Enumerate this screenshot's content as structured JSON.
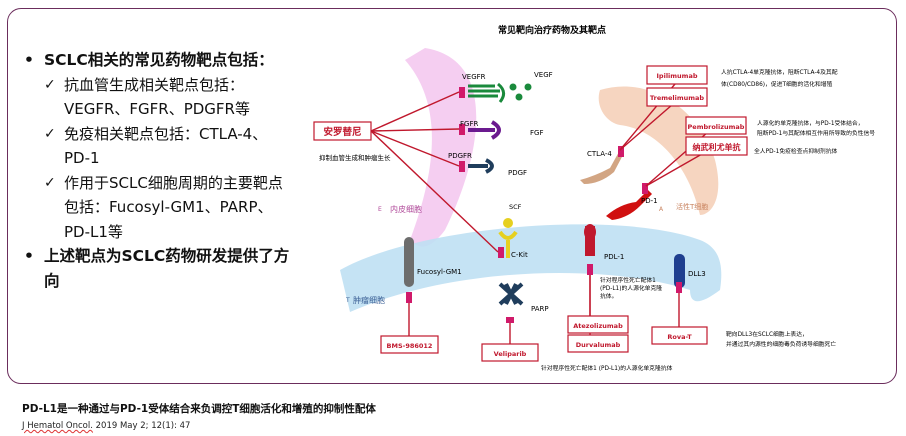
{
  "diagram_title": "常见靶向治疗药物及其靶点",
  "bullets": [
    {
      "type": "main",
      "text": "SCLC相关的常见药物靶点包括："
    },
    {
      "type": "sub",
      "text": "抗血管生成相关靶点包括：VEGFR、FGFR、PDGFR等"
    },
    {
      "type": "sub",
      "text": "免疫相关靶点包括：CTLA-4、PD-1"
    },
    {
      "type": "sub",
      "text": "作用于SCLC细胞周期的主要靶点包括：Fucosyl-GM1、PARP、PD-L1等"
    },
    {
      "type": "main",
      "text": "上述靶点为SCLC药物研发提供了方向"
    }
  ],
  "bullet_symbols": {
    "main": "•",
    "sub": "✓"
  },
  "regions": {
    "endothelial": "内皮细胞",
    "endothelial_letter": "E",
    "tumor": "肿瘤细胞",
    "tumor_letter": "T",
    "tcell": "活性T细胞",
    "tcell_letter": "A"
  },
  "receptors": {
    "vegfr": "VEGFR",
    "vegf": "VEGF",
    "fgfr": "FGFR",
    "fgf": "FGF",
    "pdgfr": "PDGFR",
    "pdgf": "PDGF",
    "scf": "SCF",
    "ckit": "C-Kit",
    "fucosyl": "Fucosyl-GM1",
    "parp": "PARP",
    "pdl1": "PDL-1",
    "dll3": "DLL3",
    "ctla4": "CTLA-4",
    "pd1": "PD-1"
  },
  "drugs": {
    "anlotinib": "安罗替尼",
    "ipilimumab": "Ipilimumab",
    "tremelimumab": "Tremelimumab",
    "pembrolizumab": "Pembrolizumab",
    "nivolumab": "纳武利尤单抗",
    "bms": "BMS-986012",
    "veliparib": "Veliparib",
    "atezolizumab": "Atezolizumab",
    "durvalumab": "Durvalumab",
    "rova": "Rova-T"
  },
  "notes": {
    "anlotinib": "抑制血管生成和肿瘤生长",
    "ctla4_line1": "人抗CTLA-4单克隆抗体，阻断CTLA-4及其配",
    "ctla4_line2": "体(CD80/CD86)，促进T细胞的活化和增殖",
    "pd1_line1": "人源化的单克隆抗体，与PD-1受体结合，",
    "pd1_line2": "阻断PD-1与其配体相互作用所导致的负性信号",
    "pd1_fully": "全人PD-1免疫检查点抑制剂抗体",
    "pdl1_line1": "针对程序性死亡配体1",
    "pdl1_line2": "(PD-L1)的人源化单克隆",
    "pdl1_line3": "抗体。",
    "dll3_line1": "靶向DLL3在SCLC细胞上表达，",
    "dll3_line2": "并通过其内源性的细胞毒负荷诱导细胞死亡",
    "bottom": "针对程序性死亡配体1 (PD-L1)的人源化单克隆抗体"
  },
  "colors": {
    "drug_border": "#c0182d",
    "line": "#c0182d",
    "endothelial_fill": "#f3c6ef",
    "tumor_fill": "#bfe0f3",
    "tcell_fill": "#f5d3bd",
    "frame": "#6b2d5c",
    "vegf": "#1a8a3c",
    "fgf": "#6b1a8f",
    "pdgf": "#1f3d5c",
    "scf": "#e6d020",
    "receptor_pink": "#d01a6a"
  },
  "caption": "PD-L1是一种通过与PD-1受体结合来负调控T细胞活化和增殖的抑制性配体",
  "reference_journal": "J Hematol Oncol.",
  "reference_rest": " 2019 May 2; 12(1): 47"
}
